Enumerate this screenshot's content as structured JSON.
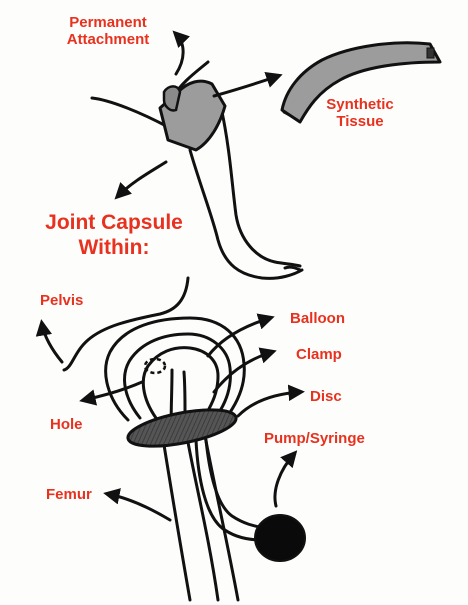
{
  "colors": {
    "label": "#e8321f",
    "ink": "#111111",
    "tissue_fill": "#9c9c9c",
    "disc_fill": "#4a4a4a",
    "pump_fill": "#0a0a0a",
    "background": "#fdfdfc"
  },
  "labels": {
    "permanent_attachment": "Permanent Attachment",
    "synthetic_tissue": "Synthetic Tissue",
    "joint_capsule_within": "Joint Capsule Within:",
    "pelvis": "Pelvis",
    "balloon": "Balloon",
    "clamp": "Clamp",
    "disc": "Disc",
    "hole": "Hole",
    "pump_syringe": "Pump/Syringe",
    "femur": "Femur"
  }
}
